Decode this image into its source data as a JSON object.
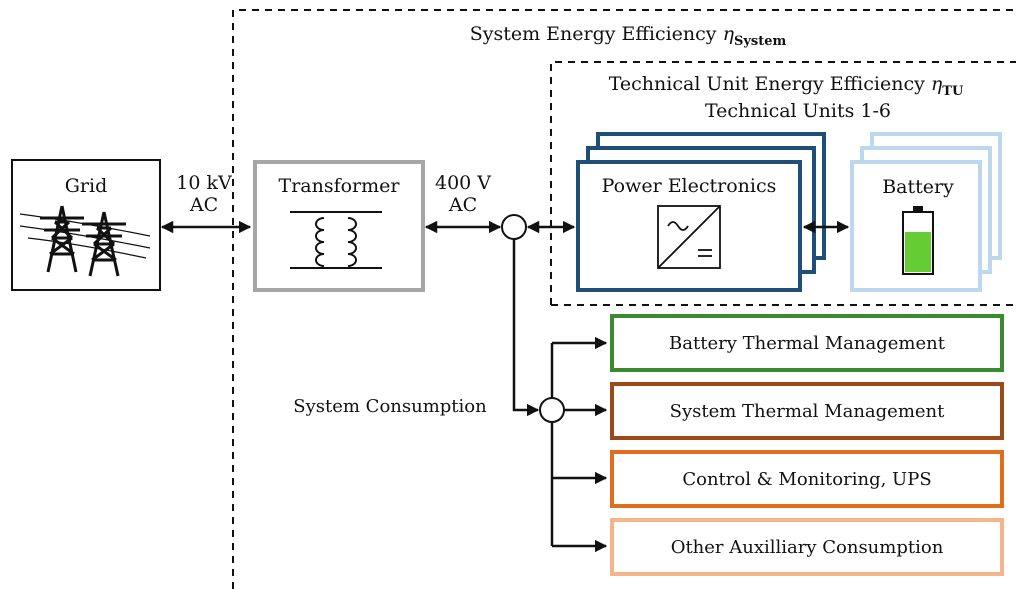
{
  "system_boundary": {
    "title": "System Energy Efficiency",
    "symbol": "η",
    "subscript": "System"
  },
  "technical_unit_boundary": {
    "title": "Technical Unit Energy Efficiency",
    "symbol": "η",
    "subscript": "TU",
    "units_label": "Technical Units 1-6"
  },
  "grid": {
    "label": "Grid",
    "icon": "power-pylon-icon"
  },
  "grid_link": {
    "voltage": "10 kV",
    "type": "AC"
  },
  "transformer": {
    "label": "Transformer",
    "icon": "transformer-coil-icon"
  },
  "transformer_link": {
    "voltage": "400 V",
    "type": "AC"
  },
  "power_electronics": {
    "label": "Power Electronics",
    "icon": "ac-dc-converter-icon",
    "color": "#1f4e79"
  },
  "battery": {
    "label": "Battery",
    "icon": "battery-icon",
    "color": "#bdd7ee",
    "fill_color": "#66cc33"
  },
  "system_consumption_label": "System Consumption",
  "consumers": [
    {
      "label": "Battery Thermal Management",
      "color": "#3a8a2e"
    },
    {
      "label": "System Thermal Management",
      "color": "#9c4a1a"
    },
    {
      "label": "Control & Monitoring, UPS",
      "color": "#e46c1f"
    },
    {
      "label": "Other Auxilliary Consumption",
      "color": "#f6b48a"
    }
  ],
  "colors": {
    "line": "#111111",
    "transformer_border": "#a6a6a6"
  }
}
